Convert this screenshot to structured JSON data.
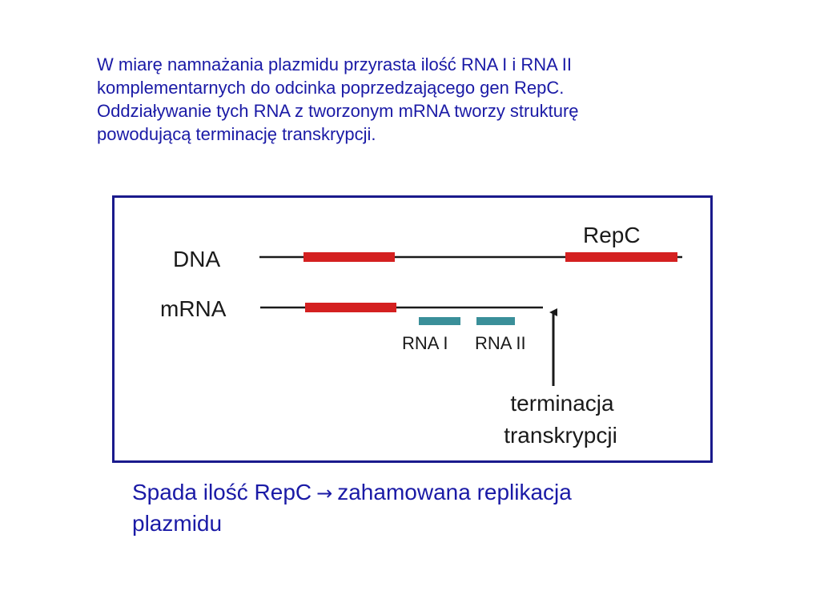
{
  "intro": {
    "lines": [
      "W miarę namnażania plazmidu przyrasta ilość RNA I i RNA II",
      "komplementarnych do odcinka poprzedzającego gen RepC.",
      "Oddziaływanie tych RNA z tworzonym mRNA tworzy strukturę",
      "powodującą terminację transkrypcji."
    ]
  },
  "diagram": {
    "dna_label": "DNA",
    "mrna_label": "mRNA",
    "repc_label": "RepC",
    "rna1_label": "RNA I",
    "rna2_label": "RNA II",
    "termination_line1": "terminacja",
    "termination_line2": "transkrypcji",
    "colors": {
      "gene": "#d42020",
      "small_rna": "#3a8f99",
      "strand": "#1a1a1a",
      "frame": "#1a1a8c"
    }
  },
  "conclusion": {
    "part1": "Spada ilość RepC",
    "arrow": "→",
    "part2": "zahamowana replikacja",
    "line2": "plazmidu"
  }
}
